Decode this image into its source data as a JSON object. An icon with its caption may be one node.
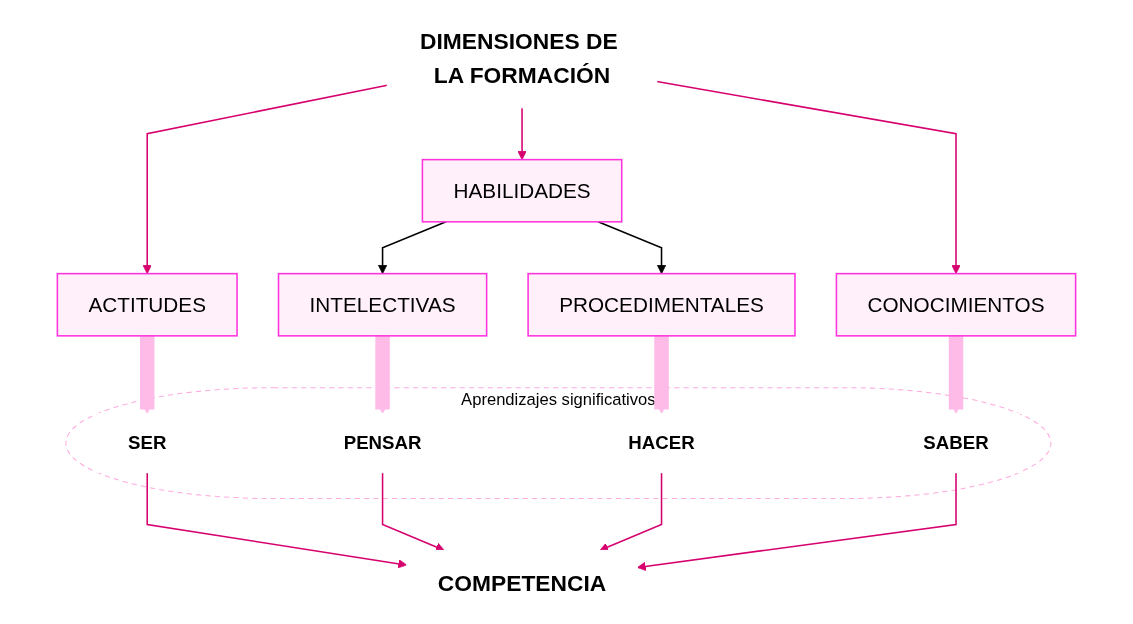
{
  "diagram": {
    "nodes": [
      {
        "text": [
          "DIMENSIONES DE LA FORMACIÓN"
        ]
      },
      {
        "text": [
          "ACTITUDES"
        ]
      },
      {
        "text": [
          "HABILIDADES"
        ]
      },
      {
        "text": [
          "CONOCIMIENTOS"
        ]
      },
      {
        "text": [
          "INTELECTIVAS"
        ]
      },
      {
        "text": [
          "PROCEDIMENTALES"
        ]
      },
      {
        "text": [
          "Aprendizajes significativos"
        ]
      },
      {
        "text": [
          "SER"
        ],
        "in": 6
      },
      {
        "text": [
          "PENSAR"
        ],
        "in": 6
      },
      {
        "text": [
          "HACER"
        ],
        "in": 6
      },
      {
        "text": [
          "SABER"
        ],
        "in": 6
      },
      {
        "text": [
          "COMPETENCIA"
        ]
      }
    ],
    "edges": [
      {
        "from": 0,
        "to": 1,
        "arrow": "to"
      },
      {
        "from": 0,
        "to": 2,
        "arrow": "to"
      },
      {
        "from": 0,
        "to": 3,
        "arrow": "to"
      },
      {
        "from": 2,
        "to": 4,
        "arrow": "to",
        "color": "#000000"
      },
      {
        "from": 2,
        "to": 5,
        "arrow": "to",
        "color": "#000000"
      },
      {
        "from": 1,
        "to": 7,
        "arrow": "to",
        "style": "thick",
        "color": "#ffbbe8"
      },
      {
        "from": 4,
        "to": 8,
        "arrow": "to",
        "style": "thick",
        "color": "#ffbbe8"
      },
      {
        "from": 5,
        "to": 9,
        "arrow": "to",
        "style": "thick",
        "color": "#ffbbe8"
      },
      {
        "from": 3,
        "to": 10,
        "arrow": "to",
        "style": "thick",
        "color": "#ffbbe8"
      },
      {
        "from": 7,
        "to": 11,
        "arrow": "to"
      },
      {
        "from": 8,
        "to": 11,
        "arrow": "to"
      },
      {
        "from": 9,
        "to": 11,
        "arrow": "to"
      },
      {
        "from": 10,
        "to": 11,
        "arrow": "to"
      }
    ]
  }
}
